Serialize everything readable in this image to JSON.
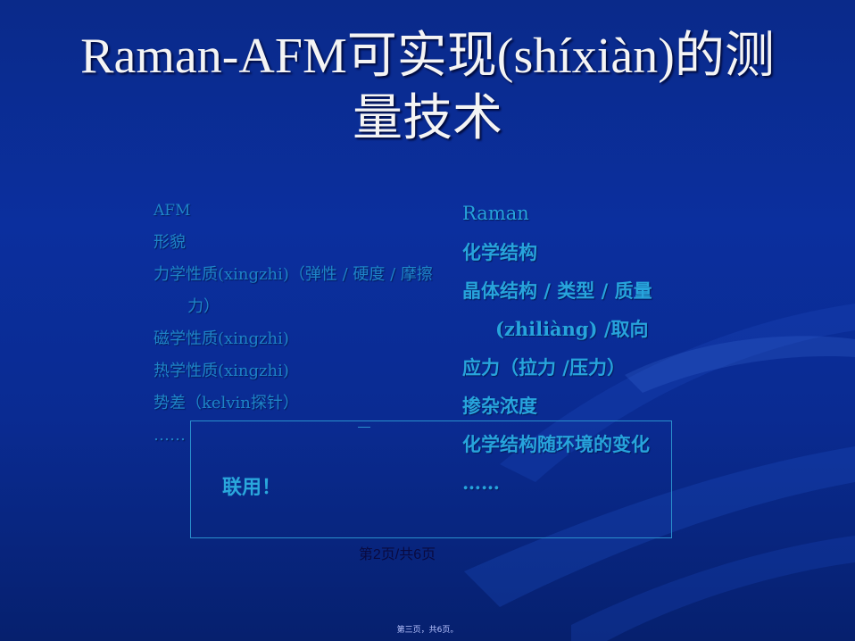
{
  "title": {
    "line1": "Raman-AFM可实现(shíxiàn)的测",
    "line2": "量技术"
  },
  "left_list": {
    "items": [
      "AFM",
      "形貌",
      "力学性质(xingzhi)（弹性 / 硬度 / 摩擦",
      "力）",
      "磁学性质(xingzhi)",
      "热学性质(xingzhi)",
      "势差（kelvin探针）",
      "……"
    ]
  },
  "right_list": {
    "items": [
      "Raman",
      "化学结构",
      "晶体结构 / 类型 / 质量",
      "(zhiliàng) /取向",
      "应力（拉力 /压力）",
      "掺杂浓度",
      "化学结构随环境的变化",
      "……"
    ]
  },
  "box": {
    "label": "联用！"
  },
  "footer": {
    "page": "第2页/共6页",
    "small": "第三页，共6页。"
  },
  "colors": {
    "background": "#0b2f9e",
    "left_text": "#1e84c8",
    "right_text": "#27a4dc",
    "title_text": "#f4f4f4"
  }
}
